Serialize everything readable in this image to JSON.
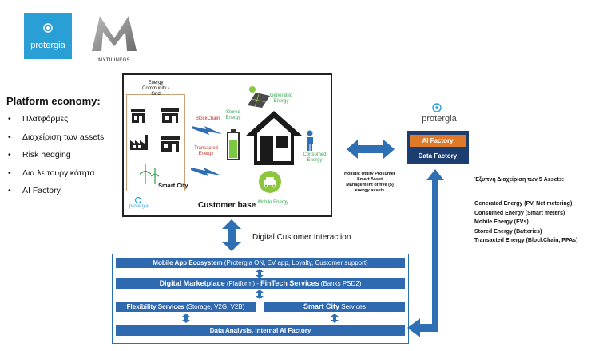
{
  "logos": {
    "protergia": "protergia",
    "mytilineos": "MYTILINEOS"
  },
  "left_panel": {
    "title": "Platform economy:",
    "bullets": [
      "Πλατφόρμες",
      "Διαχείριση των assets",
      "Risk hedging",
      "Δια λειτουργικότητα",
      "AI Factory"
    ]
  },
  "diagram": {
    "community_label": "Energy Community / Grid",
    "smart_city": "Smart City",
    "blockchain": "BlockChain",
    "transacted_energy": "Transacted Energy",
    "stored_energy": "Stored Energy",
    "generated_energy": "Generated Energy",
    "consumed_energy": "Consumed Energy",
    "mobile_energy": "Mobile Energy",
    "customer_base": "Customer base",
    "small_logo": "protergia",
    "digital_customer_interaction": "Digital Customer Interaction",
    "holistic": "Holistic Utility Prosumer Smart Asset Management of five (5) energy assets"
  },
  "ai_panel": {
    "logo": "protergia",
    "ai_factory": "AI Factory",
    "data_factory": "Data Factory"
  },
  "right_panel": {
    "title": "Έξυπνη Διαχείριση των 5 Assets:",
    "items": [
      "Generated Energy (PV, Net metering)",
      "Consumed Energy (Smart meters)",
      "Mobile Energy (EVs)",
      "Stored Energy (Batteries)",
      "Transacted Energy (BlockChain, PPAs)"
    ]
  },
  "bottom": {
    "mobile_bold": "Mobile App Ecosystem",
    "mobile_rest": " (Protergia ON, EV app, Loyalty, Customer support)",
    "market_bold": "Digital Marketplace",
    "market_mid": " (Platform) - ",
    "fintech_bold": "FinTech Services",
    "fintech_rest": " (Banks PSD2)",
    "flex_bold": "Flexibility Services",
    "flex_rest": " (Storage, V2G, V2B)",
    "smart_bold": "Smart City",
    "smart_rest": " Services",
    "analysis": "Data Analysis, Internal AI Factory"
  },
  "colors": {
    "primary_blue": "#2f69b0",
    "dark_navy": "#1b3d70",
    "orange": "#e07a2a",
    "green": "#3aa655",
    "light_blue": "#2a9fd6"
  }
}
